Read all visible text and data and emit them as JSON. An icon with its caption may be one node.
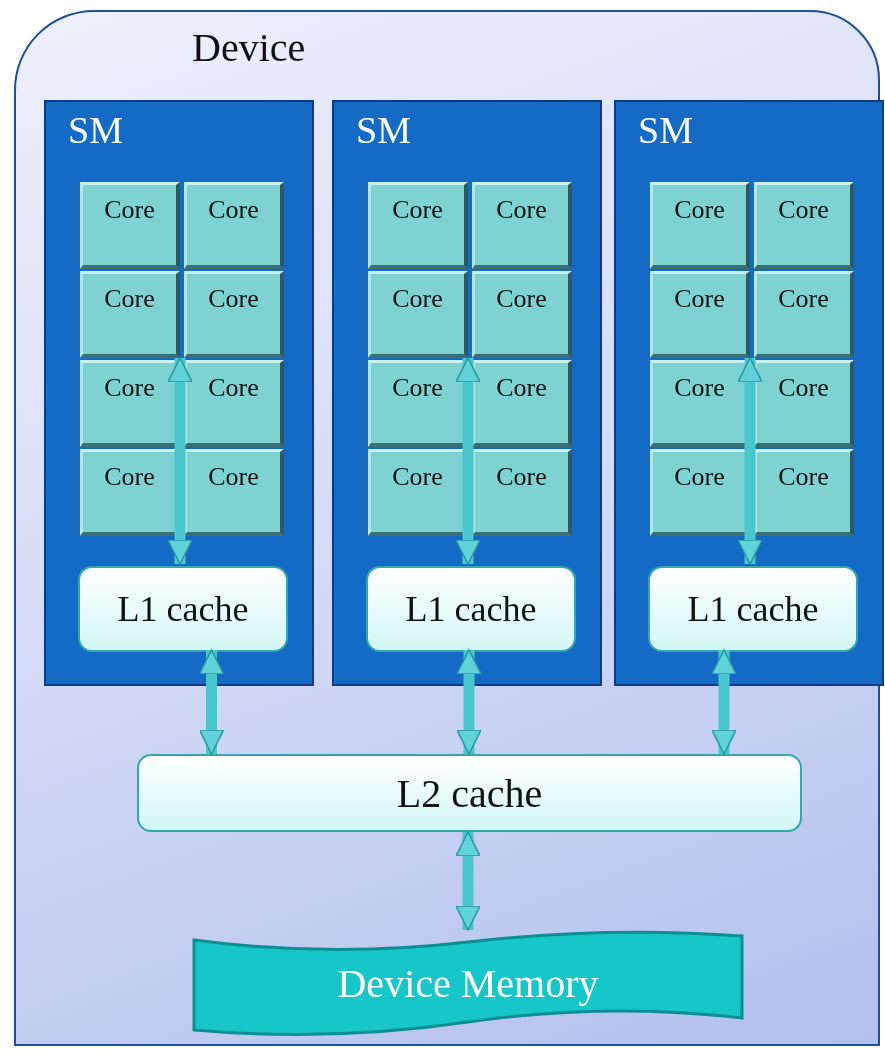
{
  "diagram": {
    "nodes": [
      {
        "text": [
          "Device"
        ]
      },
      {
        "text": [
          "SM"
        ],
        "in": 0
      },
      {
        "text": [
          "Core"
        ],
        "in": 1
      },
      {
        "text": [
          "Core"
        ],
        "in": 1
      },
      {
        "text": [
          "Core"
        ],
        "in": 1
      },
      {
        "text": [
          "Core"
        ],
        "in": 1
      },
      {
        "text": [
          "Core"
        ],
        "in": 1
      },
      {
        "text": [
          "Core"
        ],
        "in": 1
      },
      {
        "text": [
          "Core"
        ],
        "in": 1
      },
      {
        "text": [
          "Core"
        ],
        "in": 1
      },
      {
        "text": [
          "L1 cache"
        ],
        "in": 1
      },
      {
        "text": [
          "SM"
        ],
        "in": 0
      },
      {
        "text": [
          "Core"
        ],
        "in": 11
      },
      {
        "text": [
          "Core"
        ],
        "in": 11
      },
      {
        "text": [
          "Core"
        ],
        "in": 11
      },
      {
        "text": [
          "Core"
        ],
        "in": 11
      },
      {
        "text": [
          "Core"
        ],
        "in": 11
      },
      {
        "text": [
          "Core"
        ],
        "in": 11
      },
      {
        "text": [
          "Core"
        ],
        "in": 11
      },
      {
        "text": [
          "Core"
        ],
        "in": 11
      },
      {
        "text": [
          "L1 cache"
        ],
        "in": 11
      },
      {
        "text": [
          "SM"
        ],
        "in": 0
      },
      {
        "text": [
          "Core"
        ],
        "in": 21
      },
      {
        "text": [
          "Core"
        ],
        "in": 21
      },
      {
        "text": [
          "Core"
        ],
        "in": 21
      },
      {
        "text": [
          "Core"
        ],
        "in": 21
      },
      {
        "text": [
          "Core"
        ],
        "in": 21
      },
      {
        "text": [
          "Core"
        ],
        "in": 21
      },
      {
        "text": [
          "Core"
        ],
        "in": 21
      },
      {
        "text": [
          "Core"
        ],
        "in": 21
      },
      {
        "text": [
          "L1 cache"
        ],
        "in": 21
      },
      {
        "text": [
          "L2 cache"
        ],
        "in": 0
      },
      {
        "text": [
          "Device Memory"
        ],
        "in": 0
      }
    ],
    "edges": [
      {
        "from": 6,
        "to": 10,
        "arrow": "both"
      },
      {
        "from": 16,
        "to": 20,
        "arrow": "both"
      },
      {
        "from": 26,
        "to": 30,
        "arrow": "both"
      },
      {
        "from": 10,
        "to": 31,
        "arrow": "both"
      },
      {
        "from": 20,
        "to": 31,
        "arrow": "both"
      },
      {
        "from": 30,
        "to": 31,
        "arrow": "both"
      },
      {
        "from": 31,
        "to": 32,
        "arrow": "both"
      }
    ]
  }
}
